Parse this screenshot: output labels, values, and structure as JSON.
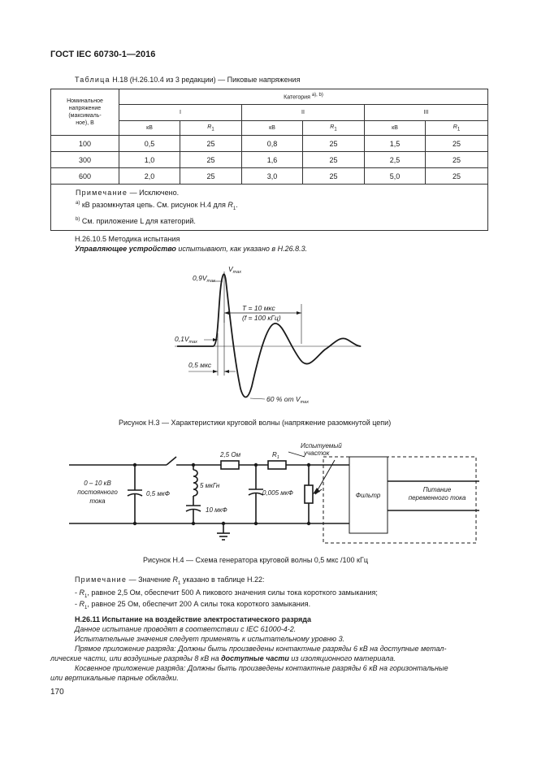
{
  "header": {
    "title": "ГОСТ IEC 60730-1—2016"
  },
  "table": {
    "caption_label": "Таблица",
    "caption_text": "Н.18 (Н.26.10.4 из 3 редакции) — Пиковые напряжения",
    "nominal_header": [
      "Номинальное",
      "напряжение",
      "(максималь-",
      "ное), В"
    ],
    "category_header": "Категория",
    "category_sup": "a), b)",
    "categories": [
      "I",
      "II",
      "III"
    ],
    "sub_kv": "кВ",
    "sub_r": "R",
    "sub_r_index": "1",
    "rows": [
      [
        "100",
        "0,5",
        "25",
        "0,8",
        "25",
        "1,5",
        "25"
      ],
      [
        "300",
        "1,0",
        "25",
        "1,6",
        "25",
        "2,5",
        "25"
      ],
      [
        "600",
        "2,0",
        "25",
        "3,0",
        "25",
        "5,0",
        "25"
      ]
    ],
    "note_label": "Примечание",
    "note_text": "— Исключено.",
    "footnote_a_mark": "a)",
    "footnote_a_text": "кВ разомкнутая цепь. См. рисунок Н.4 для",
    "footnote_a_r": "R",
    "footnote_a_r_index": "1",
    "footnote_a_end": ".",
    "footnote_b_mark": "b)",
    "footnote_b_text": "См. приложение L для категорий."
  },
  "section_1": {
    "heading": "Н.26.10.5 Методика испытания",
    "line_bold": "Управляющее устройство",
    "line_rest": " испытывают, как указано в Н.26.8.3."
  },
  "figure_h3": {
    "labels": {
      "v09": "0,9V",
      "v09_sub": "max",
      "vmax": "V",
      "vmax_sub": "max",
      "t_period": "T = 10 мкс",
      "t_freq": "(f = 100 кГц)",
      "v01": "0,1V",
      "v01_sub": "max",
      "t05": "0,5 мкс",
      "v60": "60 % от V",
      "v60_sub": "max"
    },
    "caption": "Рисунок Н.3 — Характеристики круговой волны (напряжение разомкнутой цепи)"
  },
  "figure_h4": {
    "labels": {
      "source": [
        "0 – 10 кВ",
        "постоянного",
        "тока"
      ],
      "c1": "0,5 мкФ",
      "l1": [
        "5 мкГн"
      ],
      "c2": "10 мкФ",
      "r_series": "2,5 Ом",
      "r1": "R",
      "r1_index": "1",
      "dut": [
        "Испытуемый",
        "участок"
      ],
      "c3": "0,005 мкФ",
      "filter": "Фильтр",
      "supply": [
        "Питание",
        "переменного тока"
      ]
    },
    "caption": "Рисунок Н.4 — Схема генератора круговой волны 0,5 мкс /100 кГц"
  },
  "note_2": {
    "label": "Примечание",
    "text": "— Значение",
    "r": "R",
    "r_index": "1",
    "text_end": "указано в таблице Н.22:",
    "items": [
      {
        "r": "R",
        "r_index": "1",
        "text": ", равное 2,5 Ом, обеспечит 500 А пикового значения силы тока короткого замыкания;"
      },
      {
        "r": "R",
        "r_index": "1",
        "text": ", равное 25 Ом, обеспечит 200 А силы тока короткого замыкания."
      }
    ]
  },
  "section_2": {
    "heading": "Н.26.11 Испытание на воздействие электростатического разряда",
    "lines": [
      "Данное испытание проводят в соответствии с IEC 61000-4-2.",
      "Испытательные значения следует применять к испытательному уровню 3."
    ],
    "direct_1": "Прямое приложение разряда: Должны быть произведены контактные разряды 6 кВ на доступные метал-",
    "direct_2a": "лические части, или воздушные разряды 8 кВ на ",
    "direct_2b": "доступные части",
    "direct_2c": " из изоляционного материала.",
    "indirect_1": "Косвенное приложение разряда: Должны быть произведены контактные разряды 6 кВ на горизонтальные",
    "indirect_2": "или вертикальные парные обкладки."
  },
  "page_number": "170"
}
